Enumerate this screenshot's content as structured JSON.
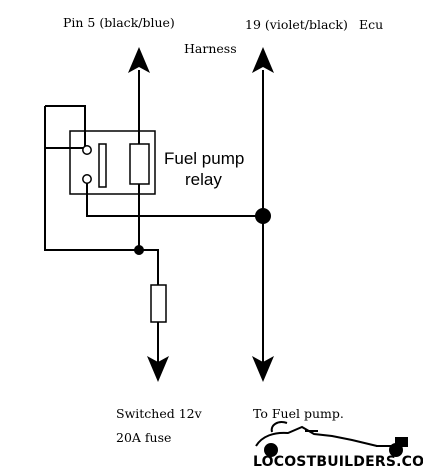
{
  "labels": {
    "pin5": "Pin 5 (black/blue)",
    "pin19": "19 (violet/black)",
    "ecu": "Ecu",
    "harness": "Harness",
    "relay_line1": "Fuel pump",
    "relay_line2": "relay",
    "switched": "Switched 12v",
    "fuse": "20A fuse",
    "to_pump": "To Fuel pump."
  },
  "logo": {
    "text": "LOCOSTBUILDERS.CO.UK"
  }
}
